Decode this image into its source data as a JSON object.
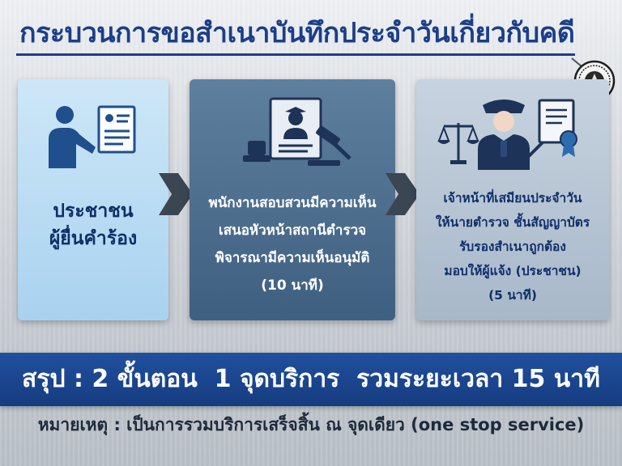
{
  "header": {
    "title": "กระบวนการขอสำเนาบันทึกประจำวันเกี่ยวกับคดี"
  },
  "steps": [
    {
      "icon": "applicant-document-icon",
      "lines": [
        "ประชาชน",
        "ผู้ยื่นคำร้อง"
      ]
    },
    {
      "icon": "police-document-gavel-icon",
      "lines": [
        "พนักงานสอบสวนมีความเห็น",
        "เสนอหัวหน้าสถานีตำรวจ",
        "พิจารณามีความเห็นอนุมัติ",
        "(10 นาที)"
      ]
    },
    {
      "icon": "police-officer-certificate-icon",
      "lines": [
        "เจ้าหน้าที่เสมียนประจำวัน",
        "ให้นายตำรวจ ชั้นสัญญาบัตร",
        "รับรองสำเนาถูกต้อง",
        "มอบให้ผู้แจ้ง (ประชาชน)",
        "(5 นาที)"
      ]
    }
  ],
  "summary": {
    "text": "สรุป : 2 ขั้นตอน  1 จุดบริการ  รวมระยะเวลา 15 นาที"
  },
  "note": {
    "text": "หมายเหตุ : เป็นการรวมบริการเสร็จสิ้น ณ จุดเดียว (one stop service)"
  },
  "colors": {
    "brand_blue": "#1b3e8a",
    "band_blue": "#1d4690",
    "card1": "#bfe0f5",
    "card2": "#4f6f90",
    "card3": "#b8c6d5"
  }
}
